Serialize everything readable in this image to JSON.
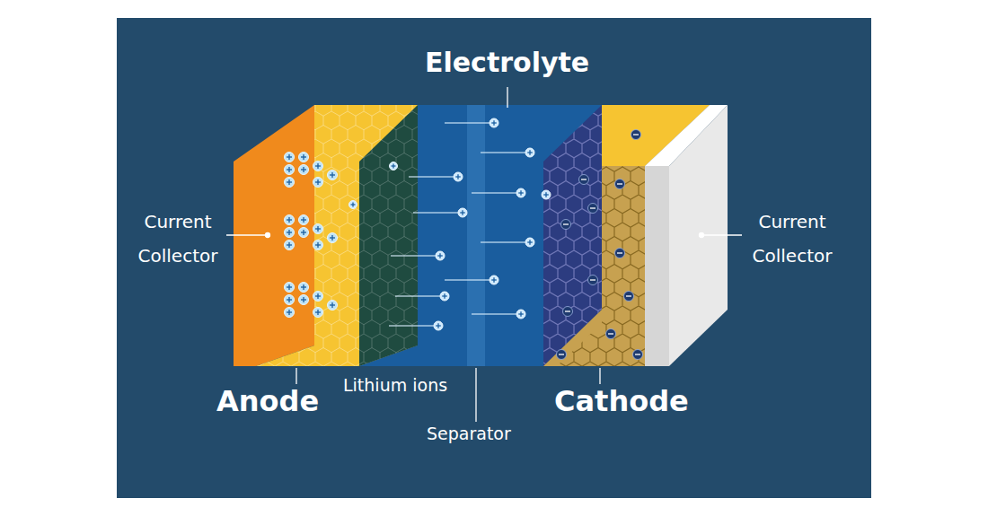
{
  "diagram": {
    "labels": [
      "Electrolyte",
      "Current Collector",
      "Current Collector",
      "Anode",
      "Lithium ions",
      "Separator",
      "Cathode"
    ]
  }
}
